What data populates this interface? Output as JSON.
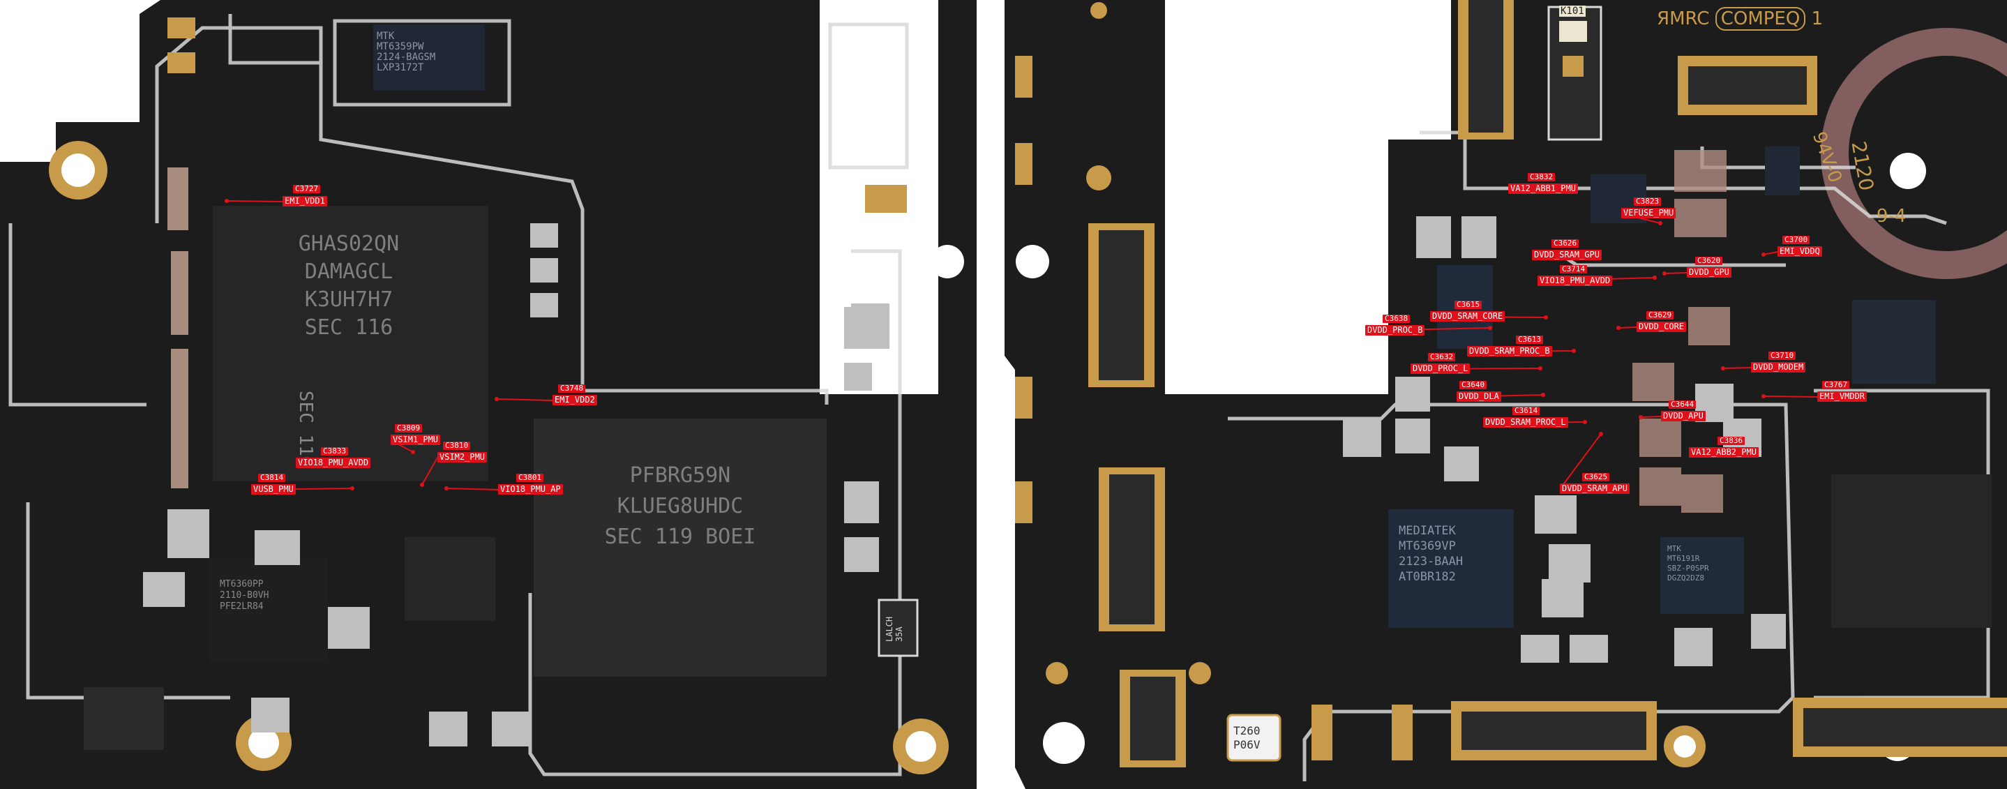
{
  "colors": {
    "board": "#1c1c1c",
    "silkscreen_white": "#d9d9d9",
    "gold": "#c89b4a",
    "label_red": "#e0101a",
    "chip": "#2a2a2a",
    "watermark_red": "#f2c4c4"
  },
  "board_silkscreen": {
    "top_marks": [
      "ЯMRC",
      "COMPEQ",
      "1"
    ],
    "rating": "94V-0",
    "date_code": "2120",
    "side_code": "9-4",
    "crystal": [
      "T260",
      "P06V"
    ],
    "small_part": [
      "LALCH",
      "35A"
    ],
    "led_part": "K101"
  },
  "chips": {
    "mtk_top": [
      "MTK",
      "MT6359PW",
      "2124-BAGSM",
      "LXP3172T"
    ],
    "ram": [
      "SEC 116",
      "K3UH7H7",
      "DAMAGCL",
      "GHAS02QN"
    ],
    "storage": [
      "SEC 119 BOEI",
      "KLUEG8UHDC",
      "PFBRG59N"
    ],
    "mediatek": [
      "MEDIATEK",
      "MT6369VP",
      "2123-BAAH",
      "AT0BR182"
    ],
    "mt_left": [
      "MT6360PP",
      "2110-B0VH",
      "PFE2LR84"
    ],
    "mt_right": [
      "MTK",
      "MT6191R",
      "SBZ-P0SPR",
      "DGZQ2DZ8"
    ]
  },
  "labels": [
    {
      "ref": "C3727",
      "net": "EMI_VDD1"
    },
    {
      "ref": "C3748",
      "net": "EMI_VDD2"
    },
    {
      "ref": "C3809",
      "net": "VSIM1_PMU"
    },
    {
      "ref": "C3810",
      "net": "VSIM2_PMU"
    },
    {
      "ref": "C3833",
      "net": "VIO18_PMU_AVDD"
    },
    {
      "ref": "C3814",
      "net": "VUSB_PMU"
    },
    {
      "ref": "C3801",
      "net": "VIO18_PMU_AP"
    },
    {
      "ref": "C3832",
      "net": "VA12_ABB1_PMU"
    },
    {
      "ref": "C3823",
      "net": "VEFUSE_PMU"
    },
    {
      "ref": "C3626",
      "net": "DVDD_SRAM_GPU"
    },
    {
      "ref": "C3620",
      "net": "DVDD_GPU"
    },
    {
      "ref": "C3700",
      "net": "EMI_VDDQ"
    },
    {
      "ref": "C3714",
      "net": "VIO18_PMU_AVDD"
    },
    {
      "ref": "C3615",
      "net": "DVDD_SRAM_CORE"
    },
    {
      "ref": "C3638",
      "net": "DVDD_PROC_B"
    },
    {
      "ref": "C3629",
      "net": "DVDD_CORE"
    },
    {
      "ref": "C3613",
      "net": "DVDD_SRAM_PROC_B"
    },
    {
      "ref": "C3632",
      "net": "DVDD_PROC_L"
    },
    {
      "ref": "C3710",
      "net": "DVDD_MODEM"
    },
    {
      "ref": "C3640",
      "net": "DVDD_DLA"
    },
    {
      "ref": "C3767",
      "net": "EMI_VMDDR"
    },
    {
      "ref": "C3644",
      "net": "DVDD_APU"
    },
    {
      "ref": "C3614",
      "net": "DVDD_SRAM_PROC_L"
    },
    {
      "ref": "C3836",
      "net": "VA12_ABB2_PMU"
    },
    {
      "ref": "C3625",
      "net": "DVDD_SRAM_APU"
    }
  ]
}
